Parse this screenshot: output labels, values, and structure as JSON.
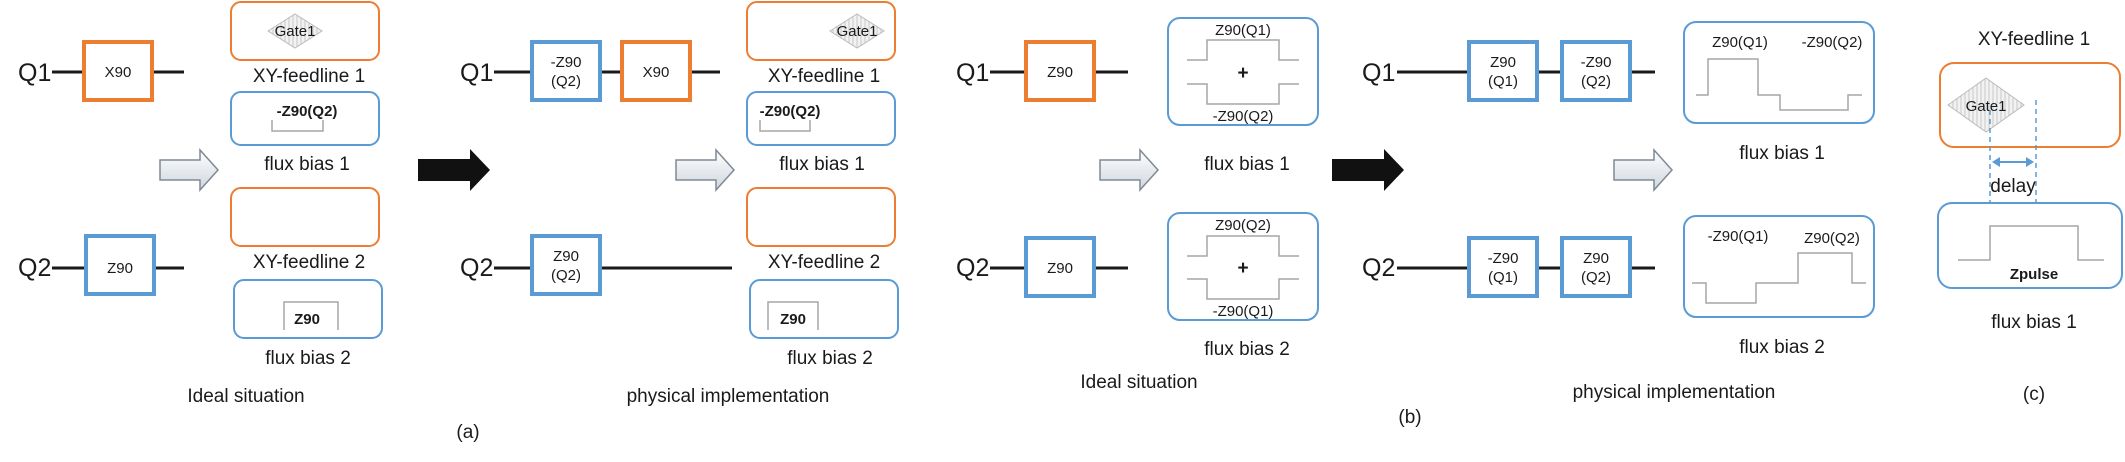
{
  "colors": {
    "orange": "#ed7d31",
    "blue": "#5b9bd5",
    "gray": "#a6a6a6",
    "dark": "#1a1a1a"
  },
  "panel_a": {
    "ideal": {
      "q1_label": "Q1",
      "q2_label": "Q2",
      "q1_gate": "X90",
      "q2_gate": "Z90",
      "xy_gate": "Gate1",
      "xy1_label": "XY-feedline 1",
      "fb1_pulse": "-Z90(Q2)",
      "fb1_label": "flux bias 1",
      "xy2_label": "XY-feedline 2",
      "fb2_pulse": "Z90",
      "fb2_label": "flux bias 2",
      "caption": "Ideal situation"
    },
    "physical": {
      "q1_label": "Q1",
      "q2_label": "Q2",
      "q1_gate_a_1": "-Z90",
      "q1_gate_a_2": "(Q2)",
      "q1_gate_b": "X90",
      "q2_gate_1": "Z90",
      "q2_gate_2": "(Q2)",
      "xy_gate": "Gate1",
      "xy1_label": "XY-feedline 1",
      "fb1_pulse": "-Z90(Q2)",
      "fb1_label": "flux bias 1",
      "xy2_label": "XY-feedline 2",
      "fb2_pulse": "Z90",
      "fb2_label": "flux bias 2",
      "caption": "physical implementation"
    },
    "panel_label": "(a)"
  },
  "panel_b": {
    "ideal": {
      "q1_label": "Q1",
      "q2_label": "Q2",
      "q1_gate": "Z90",
      "q2_gate": "Z90",
      "fb1_top": "Z90(Q1)",
      "fb1_plus": "+",
      "fb1_bottom": "-Z90(Q2)",
      "fb1_label": "flux bias 1",
      "fb2_top": "Z90(Q2)",
      "fb2_plus": "+",
      "fb2_bottom": "-Z90(Q1)",
      "fb2_label": "flux bias 2",
      "caption": "Ideal situation"
    },
    "physical": {
      "q1_label": "Q1",
      "q2_label": "Q2",
      "q1_gate_a_1": "Z90",
      "q1_gate_a_2": "(Q1)",
      "q1_gate_b_1": "-Z90",
      "q1_gate_b_2": "(Q2)",
      "q2_gate_a_1": "-Z90",
      "q2_gate_a_2": "(Q1)",
      "q2_gate_b_1": "Z90",
      "q2_gate_b_2": "(Q2)",
      "fb1_left": "Z90(Q1)",
      "fb1_right": "-Z90(Q2)",
      "fb1_label": "flux bias 1",
      "fb2_left": "-Z90(Q1)",
      "fb2_right": "Z90(Q2)",
      "fb2_label": "flux bias 2",
      "caption": "physical implementation"
    },
    "panel_label": "(b)"
  },
  "panel_c": {
    "xy_label": "XY-feedline 1",
    "xy_gate": "Gate1",
    "delay_label": "delay",
    "zpulse_label": "Zpulse",
    "fb_label": "flux bias 1",
    "panel_label": "(c)"
  }
}
